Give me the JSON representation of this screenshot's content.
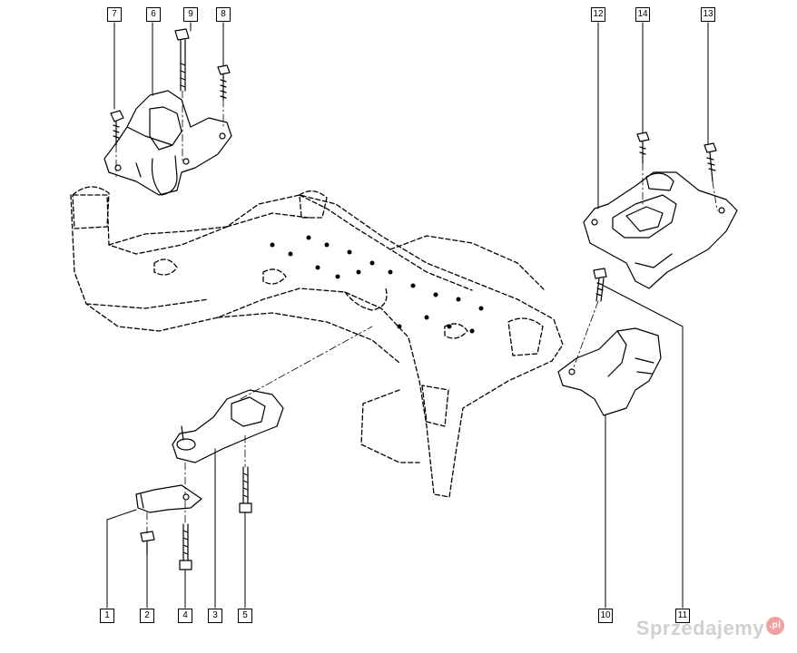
{
  "callouts": {
    "c1": "1",
    "c2": "2",
    "c3": "3",
    "c4": "4",
    "c5": "5",
    "c6": "6",
    "c7": "7",
    "c8": "8",
    "c9": "9",
    "c10": "10",
    "c11": "11",
    "c12": "12",
    "c13": "13",
    "c14": "14"
  },
  "watermark": {
    "text": "Sprzedajemy",
    "badge": ".pl"
  }
}
